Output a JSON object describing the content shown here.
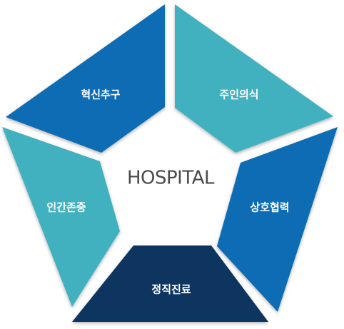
{
  "center": {
    "title": "HOSPITAL"
  },
  "segments": [
    {
      "label": "혁신추구",
      "color": "#0b6cb3"
    },
    {
      "label": "주인의식",
      "color": "#42b1bf"
    },
    {
      "label": "상호협력",
      "color": "#0b6cb3"
    },
    {
      "label": "정직진료",
      "color": "#0e3460"
    },
    {
      "label": "인간존중",
      "color": "#42b1bf"
    }
  ]
}
